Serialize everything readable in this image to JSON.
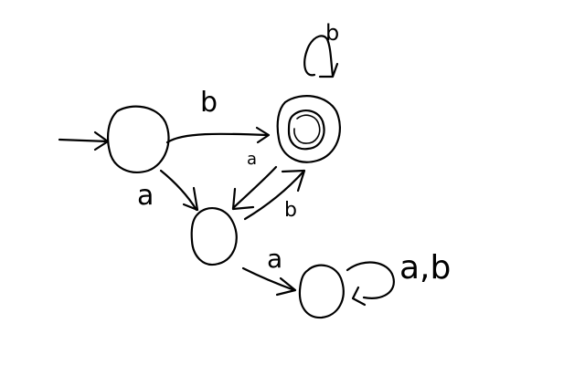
{
  "diagram": {
    "type": "finite-automaton",
    "states": [
      {
        "id": "start",
        "initial": true,
        "accepting": false
      },
      {
        "id": "accept",
        "initial": false,
        "accepting": true
      },
      {
        "id": "middle",
        "initial": false,
        "accepting": false
      },
      {
        "id": "trap",
        "initial": false,
        "accepting": false
      }
    ],
    "transitions": [
      {
        "from": "start",
        "to": "accept",
        "label": "b"
      },
      {
        "from": "start",
        "to": "middle",
        "label": "a"
      },
      {
        "from": "accept",
        "to": "middle",
        "label": "a"
      },
      {
        "from": "middle",
        "to": "accept",
        "label": "b"
      },
      {
        "from": "accept",
        "to": "accept",
        "label": "b"
      },
      {
        "from": "middle",
        "to": "trap",
        "label": "a"
      },
      {
        "from": "trap",
        "to": "trap",
        "label": "a,b"
      }
    ]
  },
  "labels": {
    "start_to_accept": "b",
    "start_to_middle": "a",
    "accept_to_middle": "a",
    "middle_to_accept": "b",
    "accept_self_loop": "b",
    "middle_to_trap": "a",
    "trap_self_loop": "a,b"
  },
  "colors": {
    "ink": "#000000",
    "background": "#ffffff"
  }
}
